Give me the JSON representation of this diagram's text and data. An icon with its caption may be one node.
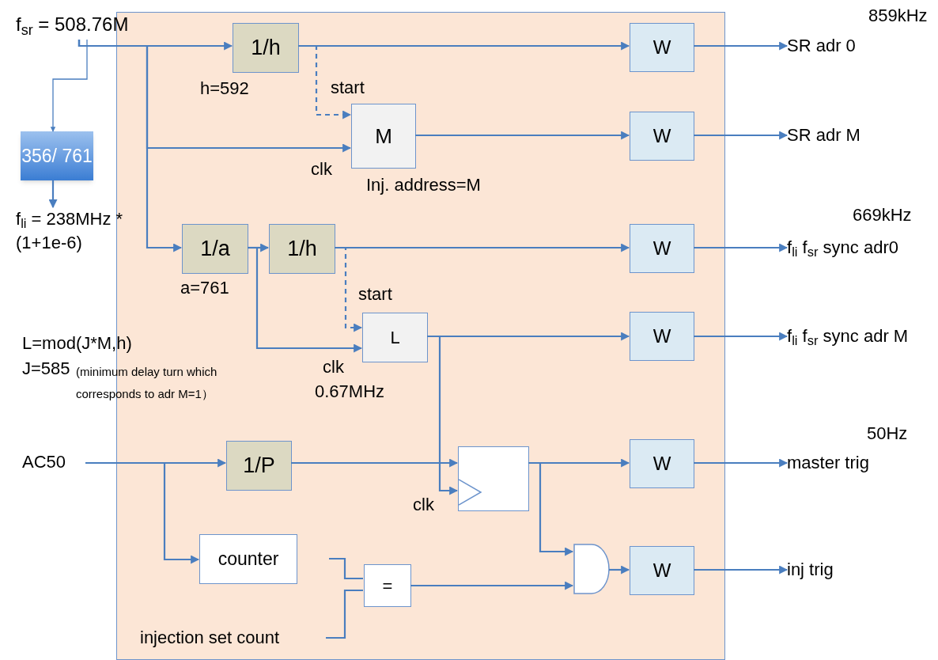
{
  "diagram": {
    "nodes": [
      {
        "text": [],
        "shape": "box"
      },
      {
        "text": [
          "f$_{sr}$ = 508.76M"
        ]
      },
      {
        "text": [
          "356/ 761"
        ]
      },
      {
        "text": [
          "f$_{li}$ = 238MHz *(1+1e-6)"
        ]
      },
      {
        "text": [
          "1/h"
        ],
        "in": 0,
        "beside": [
          "h=592"
        ]
      },
      {
        "text": [
          "M"
        ],
        "in": 0,
        "beside": [
          "Inj. address=M"
        ]
      },
      {
        "text": [
          "1/a"
        ],
        "in": 0,
        "beside": [
          "a=761"
        ]
      },
      {
        "text": [
          "1/h"
        ],
        "in": 0
      },
      {
        "text": [
          "L"
        ],
        "in": 0
      },
      {
        "text": [
          "AC50"
        ]
      },
      {
        "text": [
          "1/P"
        ],
        "in": 0
      },
      {
        "text": [],
        "shape": "box",
        "in": 0
      },
      {
        "text": [
          "counter"
        ],
        "in": 0
      },
      {
        "text": [
          "="
        ],
        "in": 0
      },
      {
        "text": [],
        "shape": "gate",
        "in": 0
      },
      {
        "text": [
          "W"
        ],
        "in": 0
      },
      {
        "text": [
          "W"
        ],
        "in": 0
      },
      {
        "text": [
          "W"
        ],
        "in": 0
      },
      {
        "text": [
          "W"
        ],
        "in": 0
      },
      {
        "text": [
          "W"
        ],
        "in": 0
      },
      {
        "text": [
          "W"
        ],
        "in": 0
      },
      {
        "text": [
          "SR adr 0"
        ]
      },
      {
        "text": [
          "SR adr M"
        ]
      },
      {
        "text": [
          "f$_{li}$ f$_{sr}$ sync adr0"
        ]
      },
      {
        "text": [
          "f$_{li}$ f$_{sr}$ sync adr M"
        ]
      },
      {
        "text": [
          "master trig"
        ]
      },
      {
        "text": [
          "inj trig"
        ]
      },
      {
        "text": [
          "injection set count"
        ],
        "in": 0
      }
    ],
    "edges": [
      {
        "from": 1,
        "to": 4,
        "arrow": "to"
      },
      {
        "from": 1,
        "to": 2,
        "arrow": "to"
      },
      {
        "from": 2,
        "to": 3,
        "arrow": "to"
      },
      {
        "from": 1,
        "to": 5,
        "arrow": "to"
      },
      {
        "from": 1,
        "to": 6,
        "arrow": "to"
      },
      {
        "from": 4,
        "to": 5,
        "arrow": "to",
        "style": "dashed"
      },
      {
        "from": 4,
        "to": 15,
        "arrow": "to"
      },
      {
        "from": 5,
        "to": 16,
        "arrow": "to"
      },
      {
        "from": 6,
        "to": 7,
        "arrow": "to"
      },
      {
        "from": 6,
        "to": 8,
        "arrow": "to"
      },
      {
        "from": 7,
        "to": 17,
        "arrow": "to"
      },
      {
        "from": 7,
        "to": 8,
        "arrow": "to",
        "style": "dashed"
      },
      {
        "from": 8,
        "to": 18,
        "arrow": "to"
      },
      {
        "from": 8,
        "to": 11,
        "arrow": "to"
      },
      {
        "from": 9,
        "to": 10,
        "arrow": "to"
      },
      {
        "from": 9,
        "to": 12,
        "arrow": "to"
      },
      {
        "from": 10,
        "to": 11,
        "arrow": "to"
      },
      {
        "from": 11,
        "to": 19,
        "arrow": "to"
      },
      {
        "from": 11,
        "to": 14,
        "arrow": "to"
      },
      {
        "from": 13,
        "to": 14,
        "arrow": "to"
      },
      {
        "from": 14,
        "to": 20,
        "arrow": "to"
      },
      {
        "from": 15,
        "to": 21,
        "arrow": "to"
      },
      {
        "from": 16,
        "to": 22,
        "arrow": "to"
      },
      {
        "from": 17,
        "to": 23,
        "arrow": "to"
      },
      {
        "from": 18,
        "to": 24,
        "arrow": "to"
      },
      {
        "from": 19,
        "to": 25,
        "arrow": "to"
      },
      {
        "from": 20,
        "to": 26,
        "arrow": "to"
      },
      {
        "from": 27,
        "to": 13,
        "arrow": "none"
      },
      {
        "from": null,
        "to": 13,
        "arrow": "none"
      }
    ],
    "labels": [
      "859kHz",
      "start",
      "clk",
      "669kHz",
      "start",
      "L=mod(J*M,h)",
      "J=585",
      "(minimum delay turn which corresponds to adr M=1）",
      "clk",
      "0.67MHz",
      "50Hz",
      "clk"
    ]
  }
}
